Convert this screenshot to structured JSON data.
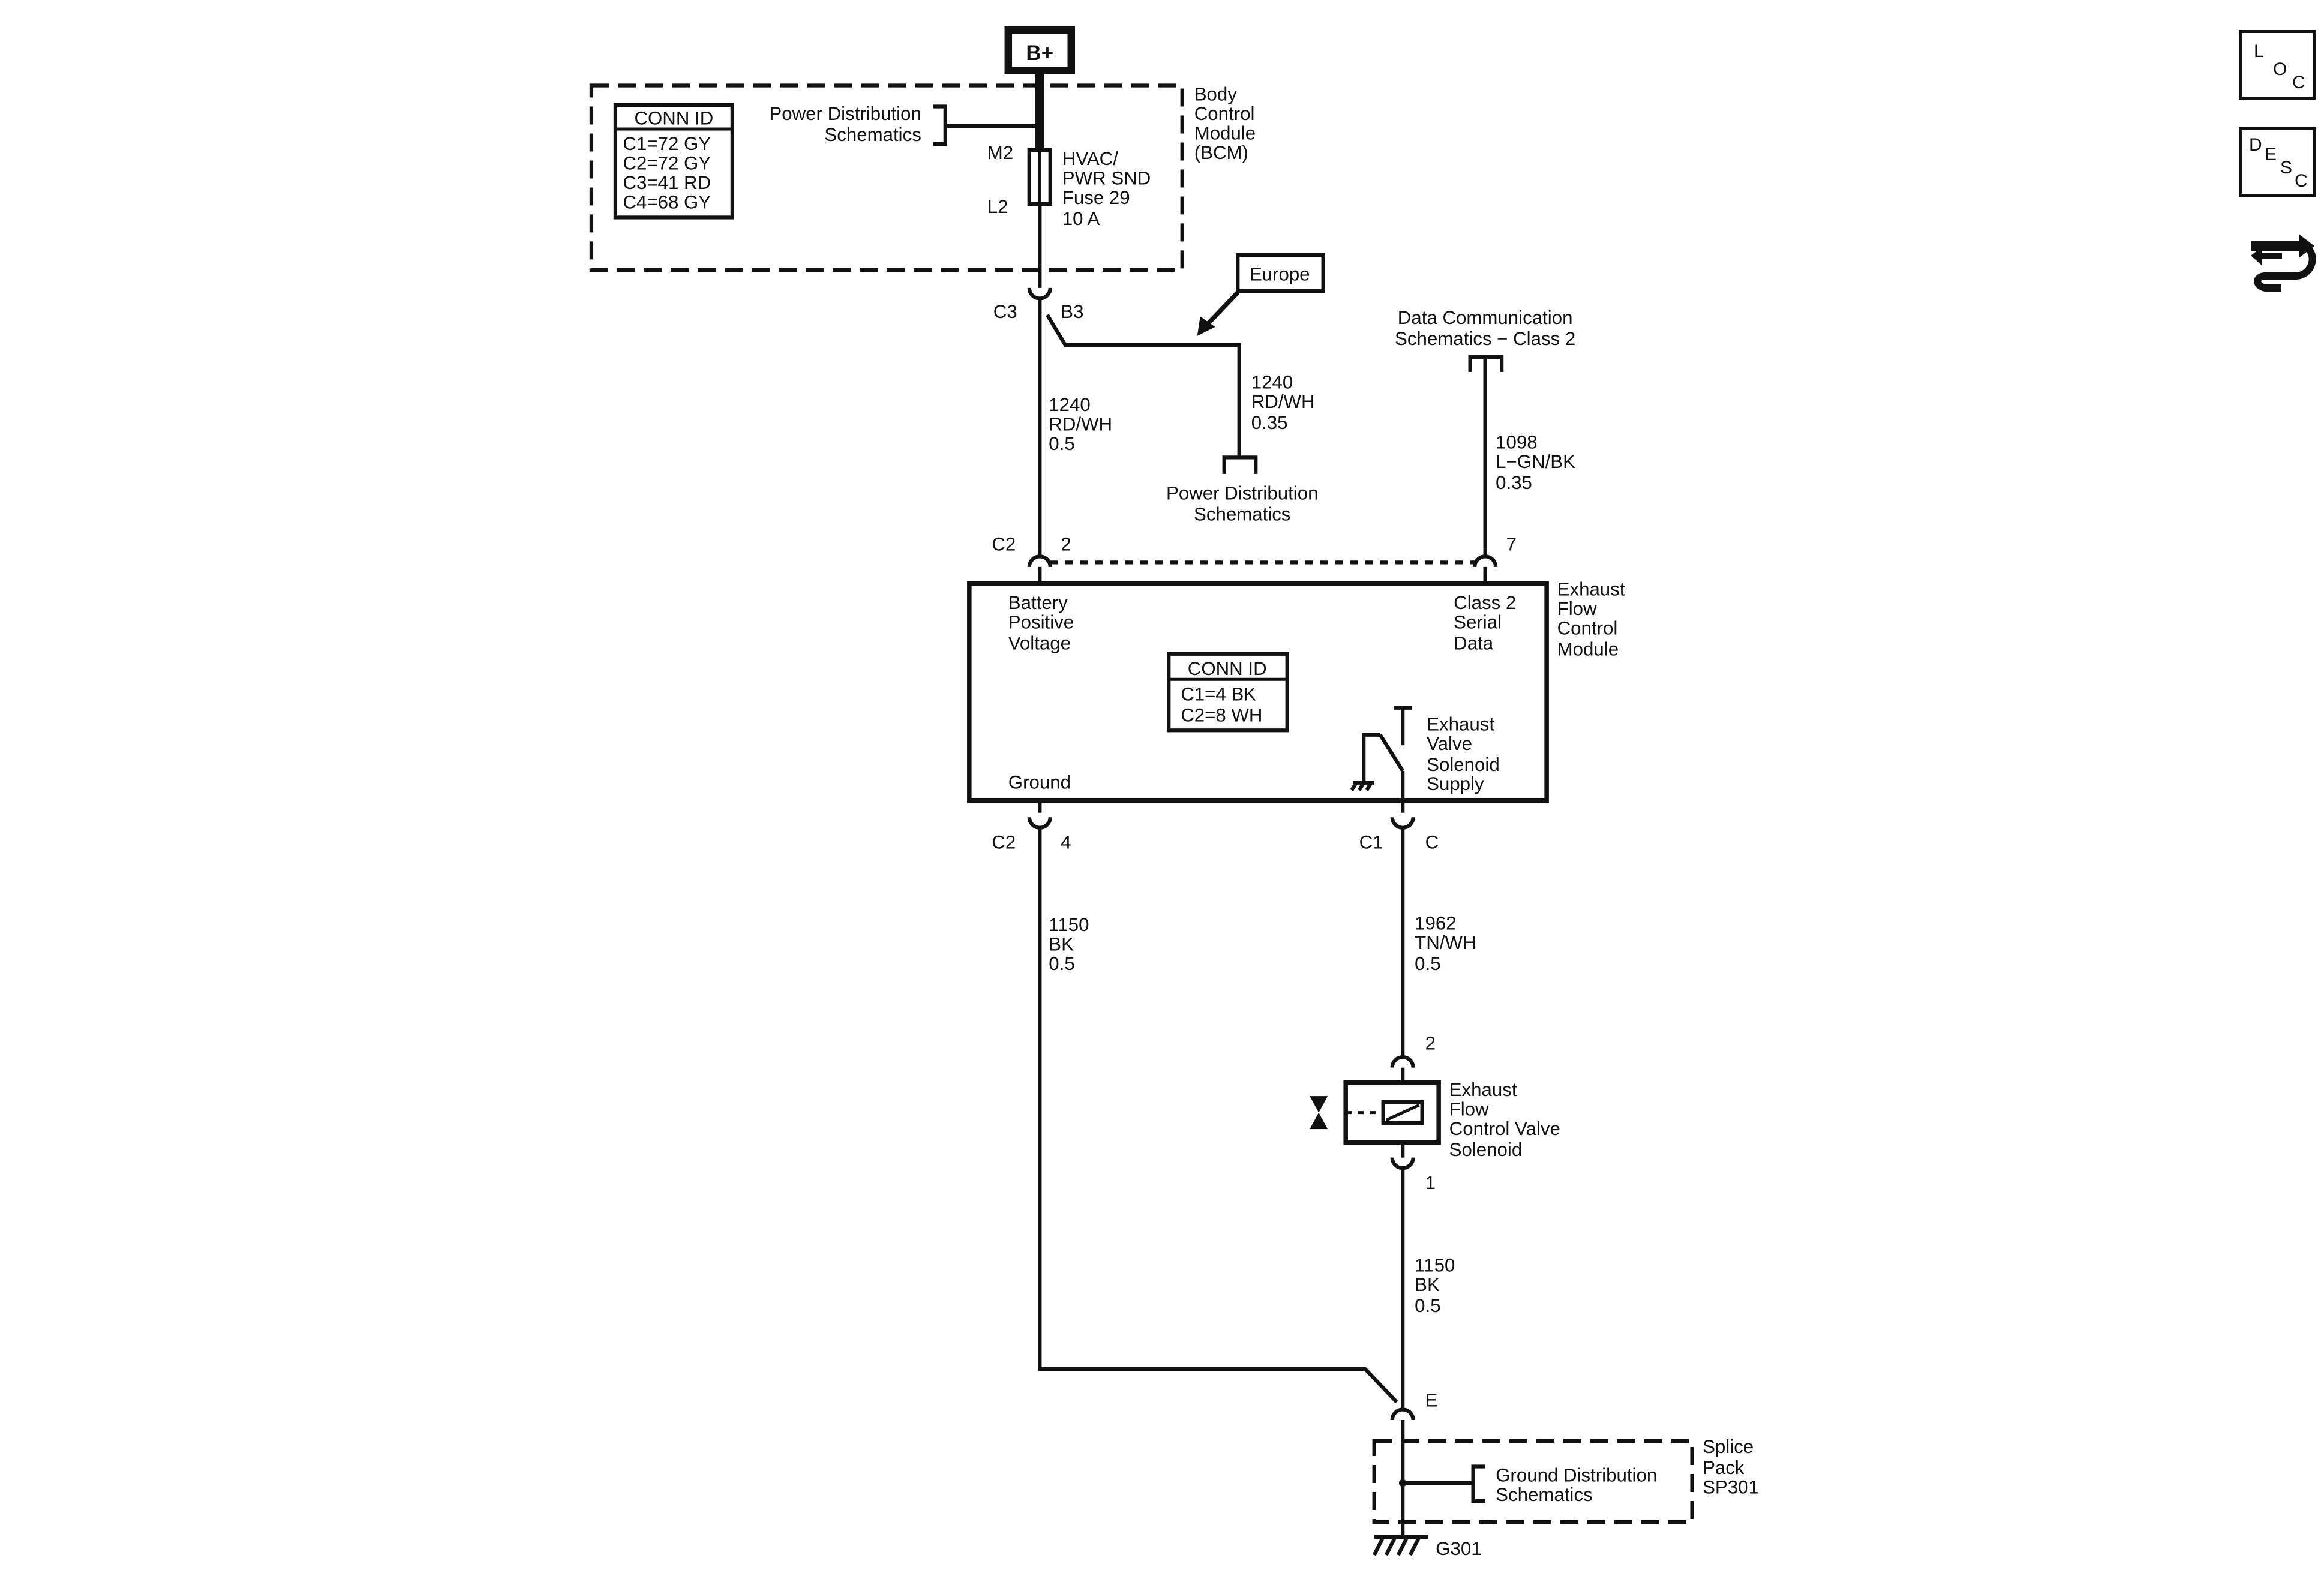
{
  "supply": {
    "label": "B+"
  },
  "bcm": {
    "name": [
      "Body",
      "Control",
      "Module",
      "(BCM)"
    ],
    "conn_id_title": "CONN ID",
    "conn_ids": [
      "C1=72 GY",
      "C2=72 GY",
      "C3=41 RD",
      "C4=68 GY"
    ],
    "power_dist_ref": [
      "Power Distribution",
      "Schematics"
    ],
    "fuse_pin_in": "M2",
    "fuse_pin_out": "L2",
    "fuse_label": [
      "HVAC/",
      "PWR SND",
      "Fuse 29",
      "10 A"
    ],
    "out_conn": "C3",
    "out_pin": "B3"
  },
  "europe": {
    "label": "Europe"
  },
  "wires": {
    "main_feed": [
      "1240",
      "RD/WH",
      "0.5"
    ],
    "europe_feed": [
      "1240",
      "RD/WH",
      "0.35"
    ],
    "serial_data": [
      "1098",
      "L−GN/BK",
      "0.35"
    ],
    "ground_1": [
      "1150",
      "BK",
      "0.5"
    ],
    "solenoid_supply": [
      "1962",
      "TN/WH",
      "0.5"
    ],
    "ground_2": [
      "1150",
      "BK",
      "0.5"
    ]
  },
  "refs": {
    "europe_power": [
      "Power Distribution",
      "Schematics"
    ],
    "data_comm": [
      "Data Communication",
      "Schematics − Class 2"
    ],
    "ground_dist": [
      "Ground Distribution",
      "Schematics"
    ]
  },
  "efcm": {
    "name": [
      "Exhaust",
      "Flow",
      "Control",
      "Module"
    ],
    "conn_id_title": "CONN ID",
    "conn_ids": [
      "C1=4 BK",
      "C2=8 WH"
    ],
    "battery_label": [
      "Battery",
      "Positive",
      "Voltage"
    ],
    "serial_label": [
      "Class 2",
      "Serial",
      "Data"
    ],
    "ground_label": "Ground",
    "solenoid_supply_label": [
      "Exhaust",
      "Valve",
      "Solenoid",
      "Supply"
    ],
    "pin_batt_conn": "C2",
    "pin_batt": "2",
    "pin_serial": "7",
    "pin_gnd_conn": "C2",
    "pin_gnd": "4",
    "pin_sol_conn": "C1",
    "pin_sol": "C"
  },
  "solenoid": {
    "name": [
      "Exhaust",
      "Flow",
      "Control Valve",
      "Solenoid"
    ],
    "pin_top": "2",
    "pin_bottom": "1"
  },
  "splice": {
    "pin": "E",
    "name": [
      "Splice",
      "Pack",
      "SP301"
    ],
    "ground": "G301"
  },
  "side_icons": {
    "loc": [
      "L",
      "O",
      "C"
    ],
    "desc": [
      "D",
      "E",
      "S",
      "C"
    ],
    "nav": "navigation-arrows-icon"
  }
}
